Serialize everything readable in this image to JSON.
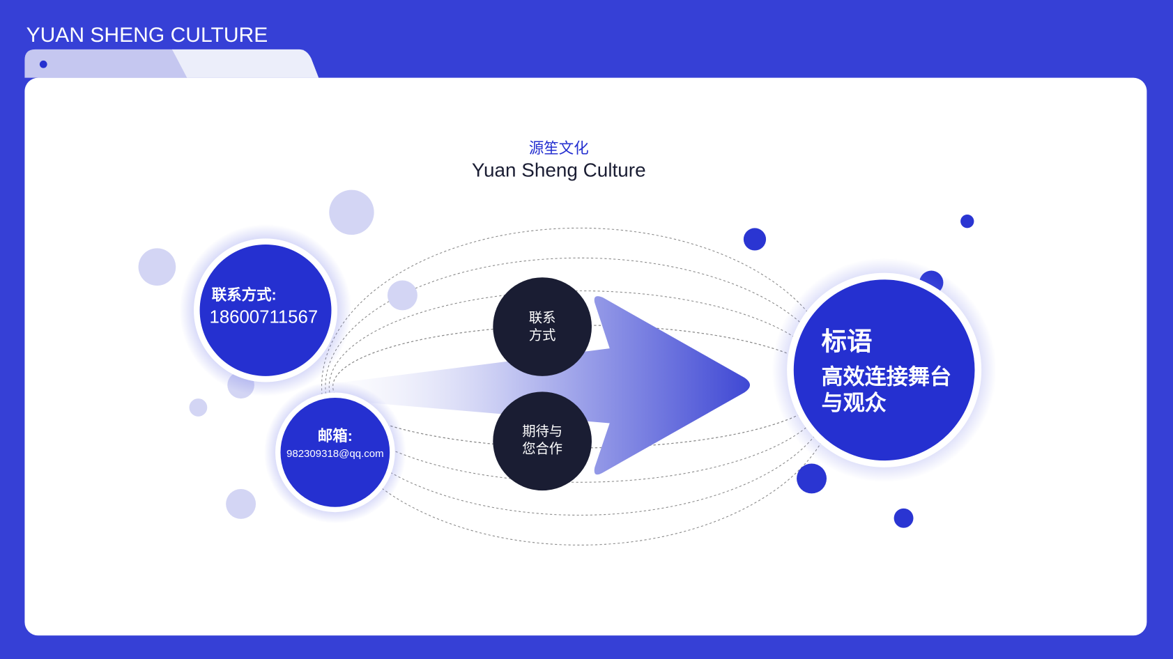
{
  "header": {
    "title": "YUAN SHENG CULTURE"
  },
  "main": {
    "title_cn": "源笙文化",
    "title_en": "Yuan Sheng Culture",
    "phone": {
      "label": "联系方式:",
      "value": "18600711567"
    },
    "email": {
      "label": "邮箱:",
      "value": "982309318@qq.com"
    },
    "center_top": [
      "联系",
      "方式"
    ],
    "center_bottom": [
      "期待与",
      "您合作"
    ],
    "slogan": {
      "label": "标语",
      "lines": [
        "高效连接舞台",
        "与观众"
      ]
    }
  },
  "colors": {
    "background": "#3640d6",
    "accent": "#2530d0",
    "dark": "#1a1d33",
    "light": "#d6d8f5"
  }
}
